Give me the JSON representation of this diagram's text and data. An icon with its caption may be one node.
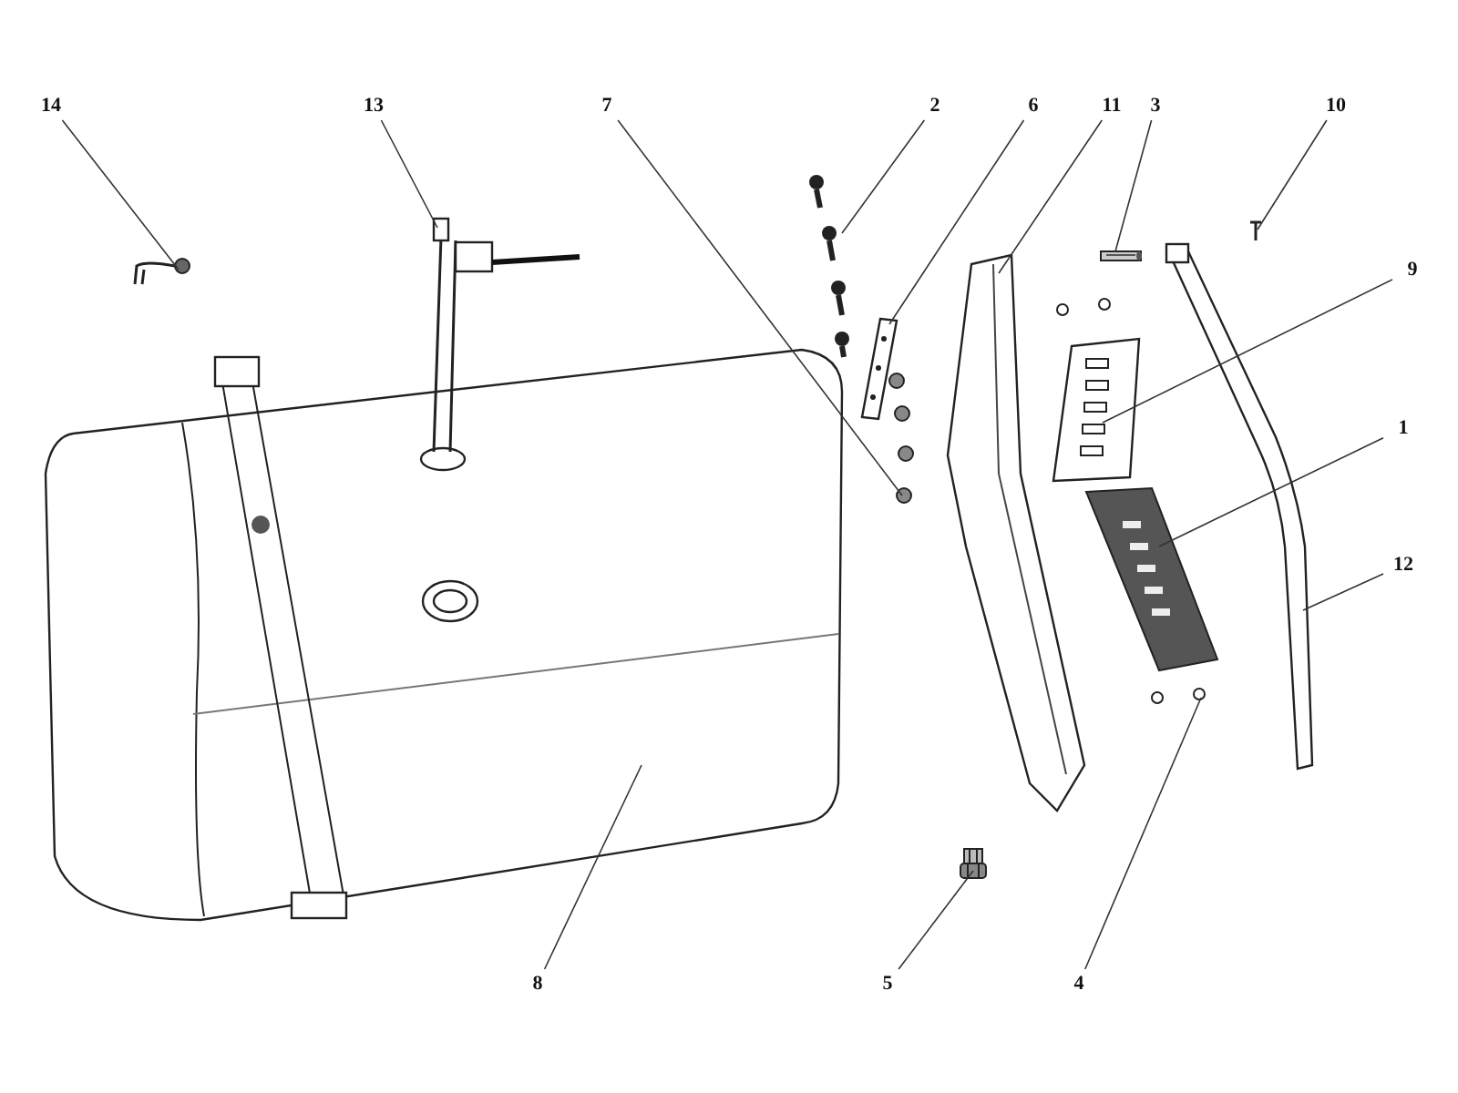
{
  "diagram": {
    "nodes": [
      {
        "text": [
          "14"
        ]
      },
      {
        "text": [
          "13"
        ]
      },
      {
        "text": [
          "7"
        ]
      },
      {
        "text": [
          "2"
        ]
      },
      {
        "text": [
          "6"
        ]
      },
      {
        "text": [
          "11"
        ]
      },
      {
        "text": [
          "3"
        ]
      },
      {
        "text": [
          "10"
        ]
      },
      {
        "text": [
          "9"
        ]
      },
      {
        "text": [
          "1"
        ]
      },
      {
        "text": [
          "12"
        ]
      },
      {
        "text": [
          "8"
        ]
      },
      {
        "text": [
          "5"
        ]
      },
      {
        "text": [
          "4"
        ]
      },
      {
        "text": [],
        "shape": "picture"
      },
      {
        "text": [],
        "shape": "picture"
      },
      {
        "text": [],
        "shape": "picture"
      },
      {
        "text": [],
        "shape": "picture"
      },
      {
        "text": [],
        "shape": "picture"
      },
      {
        "text": [],
        "shape": "picture"
      },
      {
        "text": [],
        "shape": "picture"
      },
      {
        "text": [],
        "shape": "picture"
      },
      {
        "text": [],
        "shape": "picture"
      },
      {
        "text": [],
        "shape": "picture"
      },
      {
        "text": [],
        "shape": "picture"
      },
      {
        "text": [],
        "shape": "picture"
      },
      {
        "text": [],
        "shape": "picture"
      },
      {
        "text": [],
        "shape": "picture"
      }
    ],
    "edges": [
      {
        "from": 0,
        "to": 14,
        "arrow": "none"
      },
      {
        "from": 1,
        "to": 16,
        "arrow": "none"
      },
      {
        "from": 2,
        "to": 19,
        "arrow": "none"
      },
      {
        "from": 3,
        "to": 17,
        "arrow": "none"
      },
      {
        "from": 4,
        "to": 18,
        "arrow": "none"
      },
      {
        "from": 5,
        "to": 21,
        "arrow": "none"
      },
      {
        "from": 6,
        "to": 22,
        "arrow": "none"
      },
      {
        "from": 7,
        "to": 26,
        "arrow": "none"
      },
      {
        "from": 8,
        "to": 23,
        "arrow": "none"
      },
      {
        "from": 9,
        "to": 24,
        "arrow": "none"
      },
      {
        "from": 10,
        "to": 27,
        "arrow": "none"
      },
      {
        "from": 11,
        "to": 15,
        "arrow": "none"
      },
      {
        "from": 12,
        "to": 20,
        "arrow": "none"
      },
      {
        "from": 13,
        "to": 25,
        "arrow": "none"
      }
    ]
  }
}
